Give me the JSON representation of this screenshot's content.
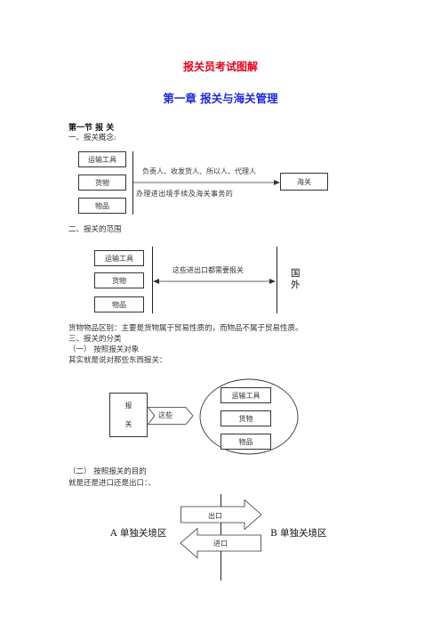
{
  "doc": {
    "title": "报关员考试图解",
    "chapter": "第一章  报关与海关管理",
    "section": "第一节    报  关",
    "item1": "一、报关概念:",
    "item2": "二、报关的范围",
    "note": "货物物品区别：主要是货物属于贸易性质的，而物品不属于贸易性质。",
    "item3": "三、报关的分类",
    "sub1": "（一）  按照报关对象",
    "sub1_desc": "其实就是说对那些东西报关：",
    "sub2": "（二）  按照报关的目的",
    "sub2_desc": "就是还是进口还是出口：、"
  },
  "diagram1": {
    "boxes": [
      "运输工具",
      "货物",
      "物品"
    ],
    "line1": "负责人、收发货人、所以人、代理人",
    "line2": "办理进出境手续及海关事务的",
    "target": "海关"
  },
  "diagram2": {
    "boxes": [
      "运输工具",
      "货物",
      "物品"
    ],
    "arrow_label": "这些进出口都需要报关",
    "foreign": [
      "国",
      "外"
    ]
  },
  "diagram3": {
    "left": [
      "报",
      "关"
    ],
    "arrow_label": "这些",
    "items": [
      "运输工具",
      "货物",
      "物品"
    ]
  },
  "diagram4": {
    "left_region": "A 单独关境区",
    "right_region": "B 单独关境区",
    "export_label": "出口",
    "import_label": "进口"
  }
}
